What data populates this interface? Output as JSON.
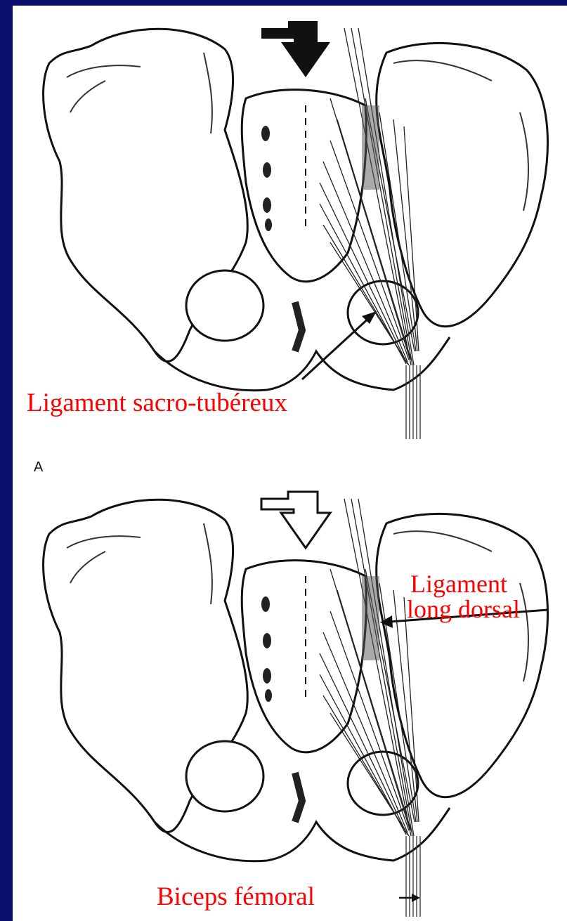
{
  "labels": {
    "sacrotuberous": "Ligament sacro-tubéreux",
    "long_dorsal_1": "Ligament",
    "long_dorsal_2": "long dorsal",
    "biceps": "Biceps fémoral"
  },
  "panel_letter": "A",
  "colors": {
    "background": "#0c0e6e",
    "panel": "#ffffff",
    "label_text": "#ff0000",
    "ink": "#111111"
  }
}
